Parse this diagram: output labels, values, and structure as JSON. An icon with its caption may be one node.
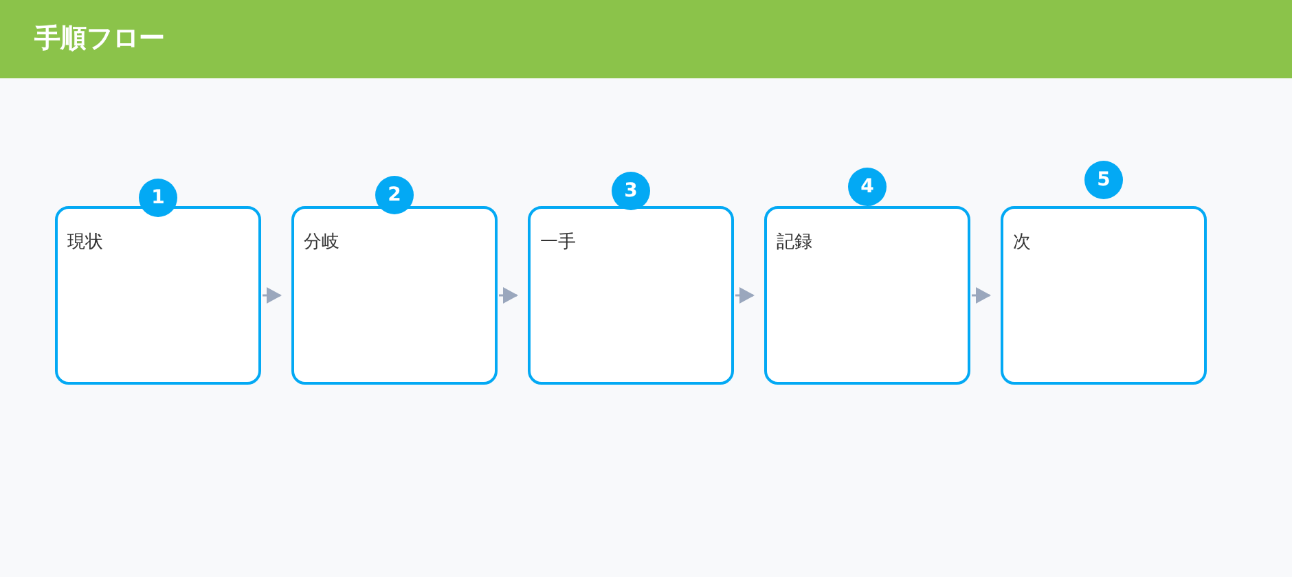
{
  "diagram": {
    "title": "手順フロー",
    "nodes": [
      {
        "text": [
          "1",
          "現状"
        ]
      },
      {
        "text": [
          "2",
          "分岐"
        ]
      },
      {
        "text": [
          "3",
          "一手"
        ]
      },
      {
        "text": [
          "4",
          "記録"
        ]
      },
      {
        "text": [
          "5",
          "次"
        ]
      }
    ],
    "edges": [
      {
        "from": 0,
        "to": 1,
        "arrow": "to"
      },
      {
        "from": 1,
        "to": 2,
        "arrow": "to"
      },
      {
        "from": 2,
        "to": 3,
        "arrow": "to"
      },
      {
        "from": 3,
        "to": 4,
        "arrow": "to"
      }
    ]
  }
}
